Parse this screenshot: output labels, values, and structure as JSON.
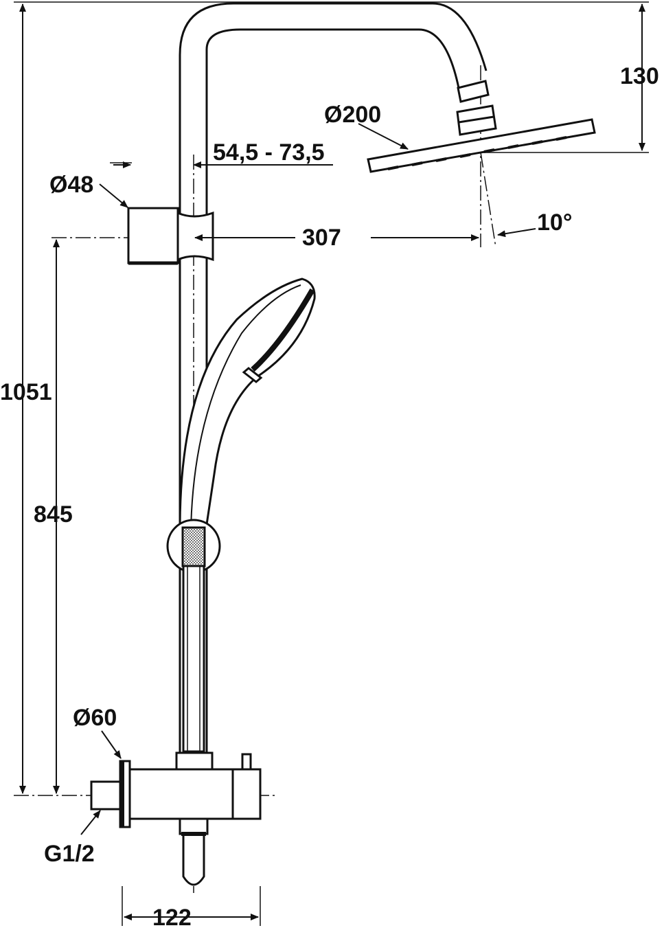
{
  "drawing": {
    "line_color": "#111111",
    "background": "#ffffff",
    "dimensions": {
      "total_height": "1051",
      "head_drop": "130",
      "head_diameter": "Ø200",
      "rail_spacing": "54,5 - 73,5",
      "bracket_diameter": "Ø48",
      "arm_reach": "307",
      "tilt_angle": "10°",
      "valve_height": "845",
      "rosette_diameter": "Ø60",
      "thread": "G1/2",
      "valve_width": "122"
    }
  }
}
